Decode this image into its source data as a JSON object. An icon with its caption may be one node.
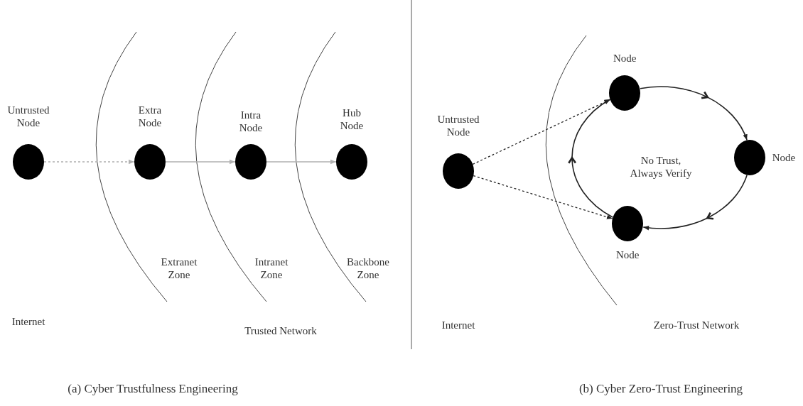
{
  "diagram": {
    "nodes": [
      {
        "text": [
          "Untrusted Node"
        ]
      },
      {
        "text": [
          "Extra Node"
        ]
      },
      {
        "text": [
          "Intra Node"
        ]
      },
      {
        "text": [
          "Hub Node"
        ]
      },
      {
        "text": [
          "Untrusted Node"
        ]
      },
      {
        "text": [
          "Node"
        ]
      },
      {
        "text": [
          "Node"
        ]
      },
      {
        "text": [
          "Node"
        ]
      }
    ],
    "edges": [
      {
        "from": 0,
        "to": 1,
        "arrow": "to",
        "style": "dashed",
        "color": "#b0b0b0"
      },
      {
        "from": 1,
        "to": 2,
        "arrow": "to",
        "color": "#b0b0b0"
      },
      {
        "from": 2,
        "to": 3,
        "arrow": "to",
        "color": "#b0b0b0"
      },
      {
        "from": 4,
        "to": 5,
        "arrow": "to",
        "style": "dashed"
      },
      {
        "from": 4,
        "to": 7,
        "arrow": "to",
        "style": "dashed"
      },
      {
        "from": 5,
        "to": 6,
        "arrow": "to"
      },
      {
        "from": 6,
        "to": 7,
        "arrow": "to"
      },
      {
        "from": 7,
        "to": 5,
        "arrow": "to"
      }
    ],
    "labels": [
      "Extranet Zone",
      "Intranet Zone",
      "Backbone Zone",
      "Internet",
      "Trusted Network",
      "No Trust, Always Verify",
      "Internet",
      "Zero-Trust Network",
      "(a) Cyber Trustfulness Engineering",
      "(b) Cyber Zero-Trust Engineering"
    ]
  }
}
